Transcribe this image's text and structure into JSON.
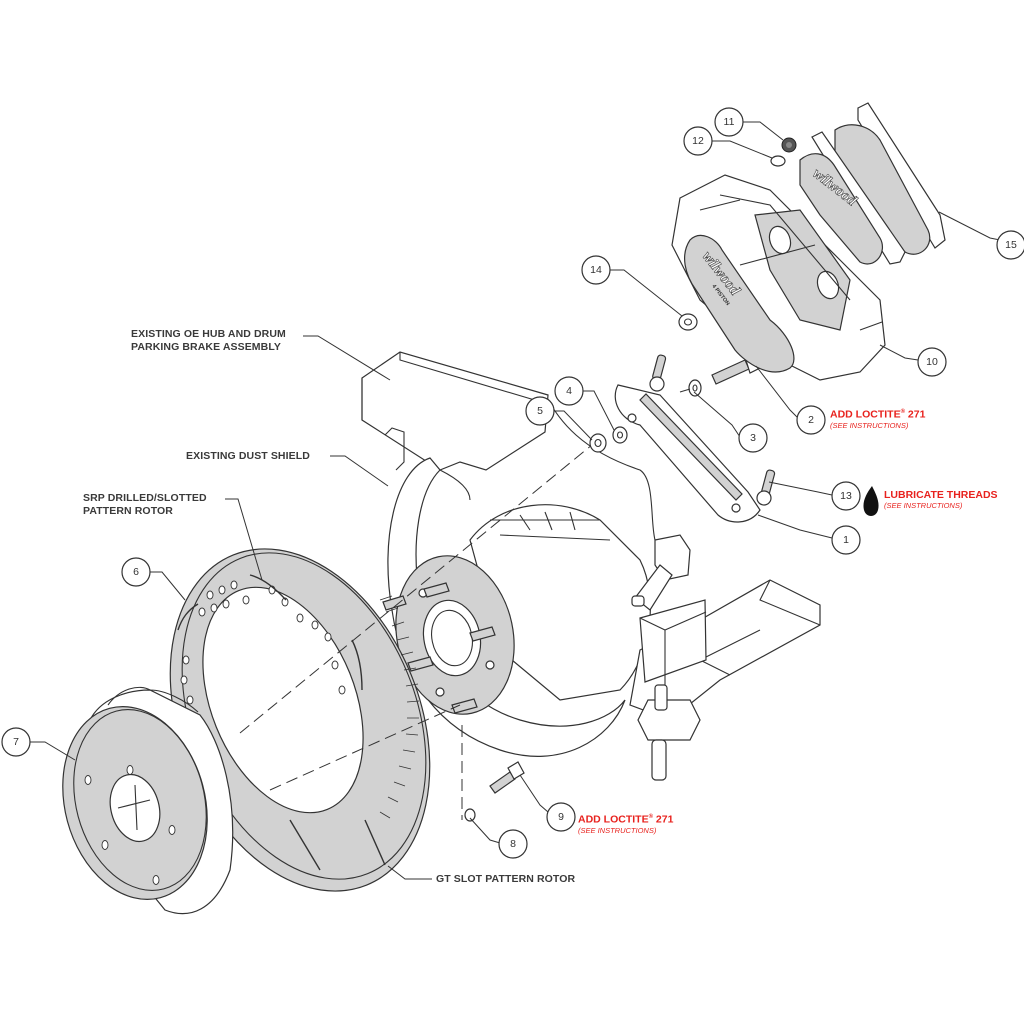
{
  "diagram": {
    "type": "exploded-parts-assembly",
    "brand_marks": [
      "wilwood",
      "wilwood",
      "4 PISTON"
    ],
    "labels": {
      "hub_assembly": [
        "EXISTING OE HUB AND DRUM",
        "PARKING BRAKE ASSEMBLY"
      ],
      "dust_shield": "EXISTING DUST SHIELD",
      "srp_rotor": [
        "SRP DRILLED/SLOTTED",
        "PATTERN ROTOR"
      ],
      "gt_rotor": "GT SLOT PATTERN ROTOR"
    },
    "callouts": [
      {
        "number": "1"
      },
      {
        "number": "2"
      },
      {
        "number": "3"
      },
      {
        "number": "4"
      },
      {
        "number": "5"
      },
      {
        "number": "6"
      },
      {
        "number": "7"
      },
      {
        "number": "8"
      },
      {
        "number": "9"
      },
      {
        "number": "10"
      },
      {
        "number": "11"
      },
      {
        "number": "12"
      },
      {
        "number": "13"
      },
      {
        "number": "14"
      },
      {
        "number": "15"
      }
    ],
    "notes": {
      "note_2": {
        "main": "ADD LOCTITE",
        "reg": "®",
        "value": " 271",
        "sub": "(SEE INSTRUCTIONS)"
      },
      "note_13": {
        "main": "LUBRICATE THREADS",
        "sub": "(SEE INSTRUCTIONS)",
        "icon": "oil-drop-icon"
      },
      "note_9": {
        "main": "ADD LOCTITE",
        "reg": "®",
        "value": " 271",
        "sub": "(SEE INSTRUCTIONS)"
      }
    },
    "colors": {
      "note_red": "#e8221e",
      "line": "#333333",
      "part_fill_gray": "#d2d2d2",
      "background": "#ffffff"
    }
  }
}
